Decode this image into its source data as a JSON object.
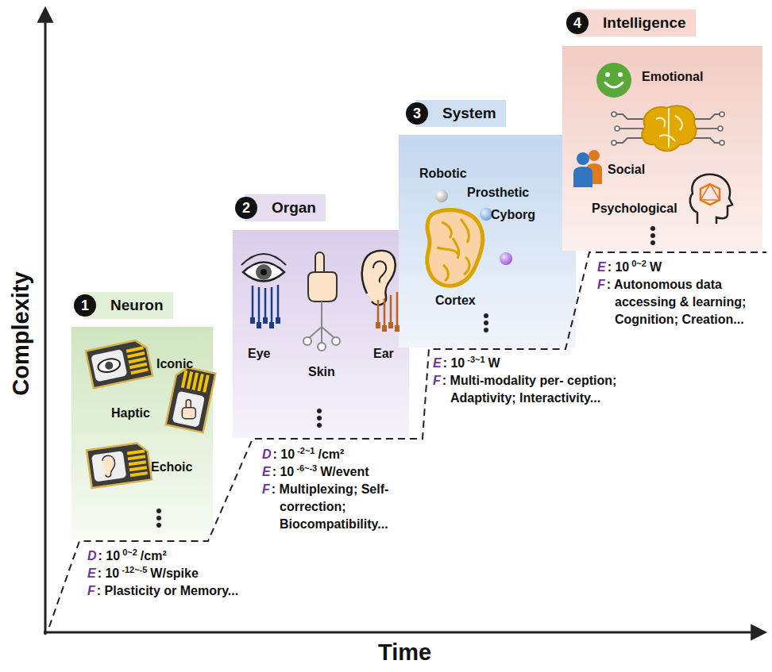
{
  "diagram": {
    "nodes": [
      {
        "text": [
          "1",
          "Neuron"
        ]
      },
      {
        "text": [
          "Iconic",
          "Haptic",
          "Echoic"
        ]
      },
      {
        "text": [
          "2",
          "Organ"
        ]
      },
      {
        "text": [
          "Eye",
          "Skin",
          "Ear"
        ]
      },
      {
        "text": [
          "3",
          "System"
        ]
      },
      {
        "text": [
          "Robotic",
          "Prosthetic",
          "Cyborg",
          "Cortex"
        ]
      },
      {
        "text": [
          "4",
          "Intelligence"
        ]
      },
      {
        "text": [
          "Emotional",
          "Social",
          "Psychological"
        ]
      }
    ],
    "labels": [
      "Complexity",
      "Time",
      "D",
      ": 10",
      "0~2",
      "/cm²",
      "E",
      ": 10",
      "-12~-5",
      "W/spike",
      "F",
      ": Plasticity or Memory...",
      "D",
      ": 10",
      "-2~1",
      "/cm²",
      "E",
      ": 10",
      "-6~-3",
      "W/event",
      "F",
      ": Multiplexing; Self-correction; Biocompatibility...",
      "E",
      ": 10",
      "-3~1",
      "W",
      "F",
      ": Multi-modality per- ception; Adaptivity; Interactivity...",
      "E",
      ": 10",
      "0~2",
      "W",
      "F",
      ": Autonomous data accessing & learning; Cognition; Creation..."
    ]
  }
}
